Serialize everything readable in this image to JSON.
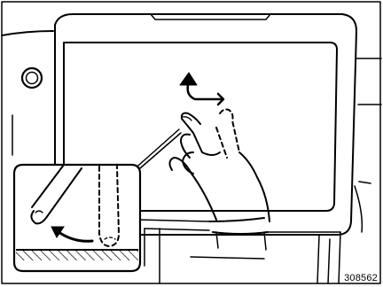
{
  "figure": {
    "id_label": "308562"
  },
  "icons": {
    "gesture": "swipe-flick-arrow",
    "finger_motion": "curved-arrow",
    "knob": "round-knob"
  }
}
